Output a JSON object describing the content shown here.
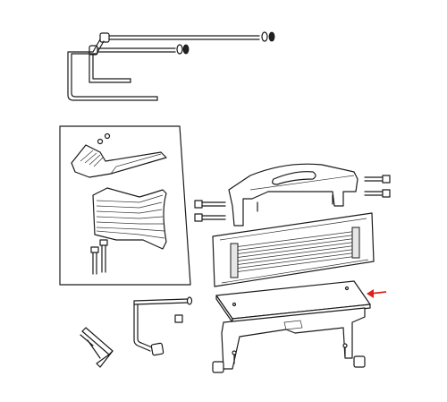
{
  "diagram": {
    "background": "#ffffff",
    "line_color": "#1a1a1a",
    "callout_arrow_color": "#e0201b",
    "parts": [
      {
        "name": "pusher-rod-assembly"
      },
      {
        "name": "blade-assembly-detail"
      },
      {
        "name": "handle-frame"
      },
      {
        "name": "blade-frame"
      },
      {
        "name": "base-plate"
      },
      {
        "name": "base-stand"
      },
      {
        "name": "l-handle-rod"
      },
      {
        "name": "hex-key"
      }
    ],
    "highlighted_part": "base-plate"
  }
}
